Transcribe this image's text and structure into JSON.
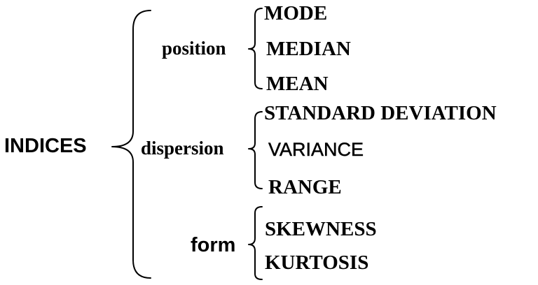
{
  "root": {
    "label": "INDICES"
  },
  "groups": [
    {
      "label": "position",
      "items": [
        "MODE",
        "MEDIAN",
        "MEAN"
      ]
    },
    {
      "label": "dispersion",
      "items": [
        "STANDARD DEVIATION",
        "VARIANCE",
        "RANGE"
      ]
    },
    {
      "label": "form",
      "items": [
        "SKEWNESS",
        "KURTOSIS"
      ]
    }
  ]
}
